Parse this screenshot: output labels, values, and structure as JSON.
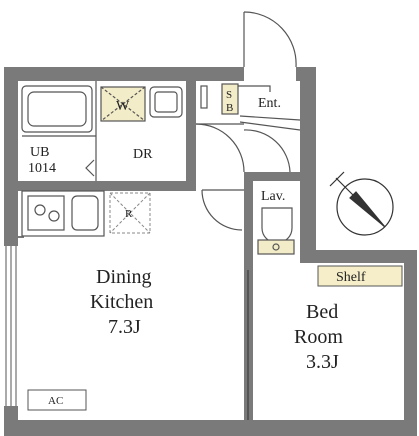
{
  "rooms": {
    "dining": {
      "line1": "Dining",
      "line2": "Kitchen",
      "line3": "7.3J"
    },
    "bed": {
      "line1": "Bed",
      "line2": "Room",
      "line3": "3.3J"
    }
  },
  "labels": {
    "ub": "UB",
    "ub_size": "1014",
    "dr": "DR",
    "washer": "W",
    "shoe_s": "S",
    "shoe_b": "B",
    "entrance": "Ent.",
    "lavatory": "Lav.",
    "refrigerator": "R",
    "shelf": "Shelf",
    "ac": "AC"
  },
  "colors": {
    "wall": "#7a7a7a",
    "line": "#555555",
    "shelf_fill": "#f5eec8",
    "washer_fill": "#f3ecc8"
  },
  "icons": {
    "compass": "north-arrow-icon"
  }
}
